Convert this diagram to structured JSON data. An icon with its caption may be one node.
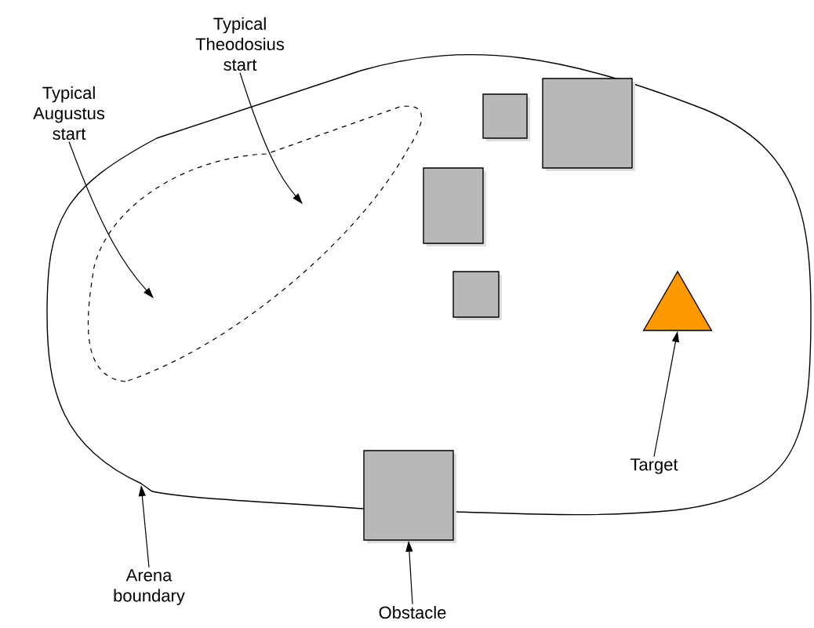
{
  "diagram": {
    "nodes": [
      {
        "text": [
          "Typical Theodosius start"
        ]
      },
      {
        "text": [
          "Typical Augustus start"
        ]
      },
      {
        "text": [],
        "shape": "blob"
      },
      {
        "text": [],
        "shape": "box",
        "in": 2
      },
      {
        "text": [],
        "shape": "box",
        "in": 2
      },
      {
        "text": [],
        "shape": "box",
        "in": 2
      },
      {
        "text": [],
        "shape": "box",
        "in": 2
      },
      {
        "text": [],
        "shape": "triangle",
        "in": 2
      },
      {
        "text": [],
        "shape": "box"
      },
      {
        "text": [
          "Target"
        ],
        "in": 2
      },
      {
        "text": [
          "Arena boundary"
        ]
      },
      {
        "text": [
          "Obstacle"
        ]
      }
    ],
    "edges": [
      {
        "from": 0,
        "to": null,
        "arrow": "to"
      },
      {
        "from": 1,
        "to": null,
        "arrow": "to"
      },
      {
        "from": 9,
        "to": 7,
        "arrow": "to"
      },
      {
        "from": 10,
        "to": 2,
        "arrow": "to"
      },
      {
        "from": 11,
        "to": 8,
        "arrow": "to"
      }
    ]
  }
}
